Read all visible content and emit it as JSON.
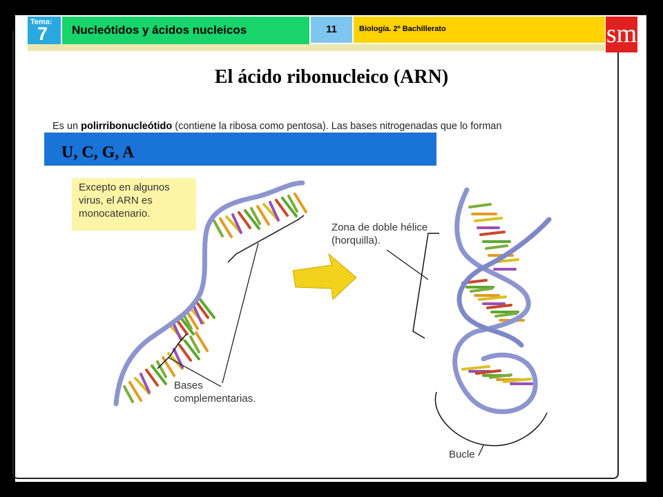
{
  "header": {
    "tema_label": "Tema:",
    "tema_number": "7",
    "title": "Nucleótidos y ácidos nucleicos",
    "page_number": "11",
    "subject": "Biología. 2º Bachillerato",
    "logo": "sm"
  },
  "main_title": "El ácido ribonucleico (ARN)",
  "intro": {
    "prefix": "Es un ",
    "term": "polirribonucleótido",
    "suffix": " (contiene la ribosa como pentosa). Las bases nitrogenadas que lo forman"
  },
  "bases": "U, C, G, A",
  "note": "Excepto en algunos virus, el ARN es monocatenario.",
  "labels": {
    "bases_complementarias": "Bases complementarias.",
    "zona_doble_helice": "Zona de doble hélice (horquilla).",
    "bucle": "Bucle"
  },
  "colors": {
    "tema_bg": "#2aa8e0",
    "title_bg": "#19d36b",
    "number_bg": "#7fc6ee",
    "subject_bg": "#ffd200",
    "logo_bg": "#e0211f",
    "bases_bg": "#1a73d6",
    "note_bg": "#fdf5a6",
    "backbone": "#8d95cf",
    "arrow": "#f2d21c"
  }
}
